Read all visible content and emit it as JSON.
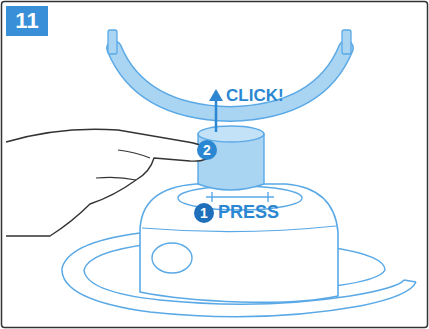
{
  "diagram": {
    "nodes": [
      {
        "text": [
          "11"
        ]
      },
      {
        "text": [
          "2"
        ]
      },
      {
        "text": [
          "1"
        ]
      }
    ],
    "labels": [
      "CLICK!",
      "PRESS"
    ]
  }
}
